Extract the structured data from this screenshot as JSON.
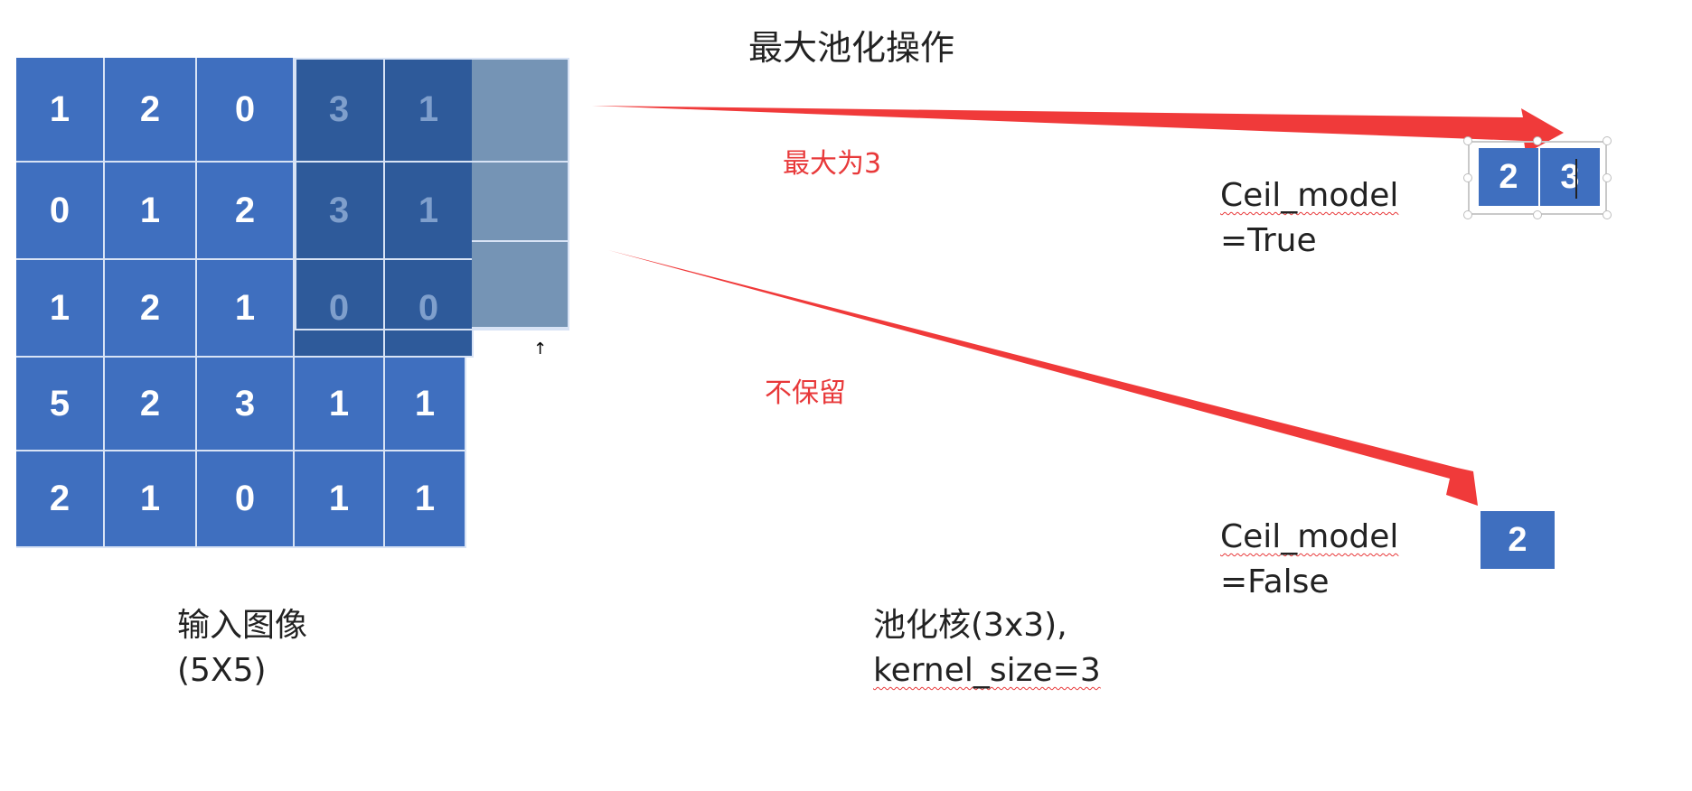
{
  "title": "最大池化操作",
  "input_grid": {
    "rows": [
      [
        "1",
        "2",
        "0",
        "3",
        "1"
      ],
      [
        "0",
        "1",
        "2",
        "3",
        "1"
      ],
      [
        "1",
        "2",
        "1",
        "0",
        "0"
      ],
      [
        "5",
        "2",
        "3",
        "1",
        "1"
      ],
      [
        "2",
        "1",
        "0",
        "1",
        "1"
      ]
    ],
    "label_line1": "输入图像",
    "label_line2": "(5X5)"
  },
  "kernel_label": {
    "line1": "池化核(3x3),",
    "line2": "kernel_size=3"
  },
  "annotations": {
    "max_label": "最大为3",
    "discard_label": "不保留"
  },
  "ceil_true": {
    "line1": "Ceil_model",
    "line2": "=True",
    "outputs": [
      "2",
      "3"
    ]
  },
  "ceil_false": {
    "line1": "Ceil_model",
    "line2": "=False",
    "outputs": [
      "2"
    ]
  },
  "colors": {
    "cell_blue": "#3f6fbf",
    "kernel_dark": "#2e5a9a",
    "pad_gray_blue": "#7594b5",
    "arrow_red": "#f03a3a"
  },
  "icons": {
    "small_arrow": "↑"
  }
}
